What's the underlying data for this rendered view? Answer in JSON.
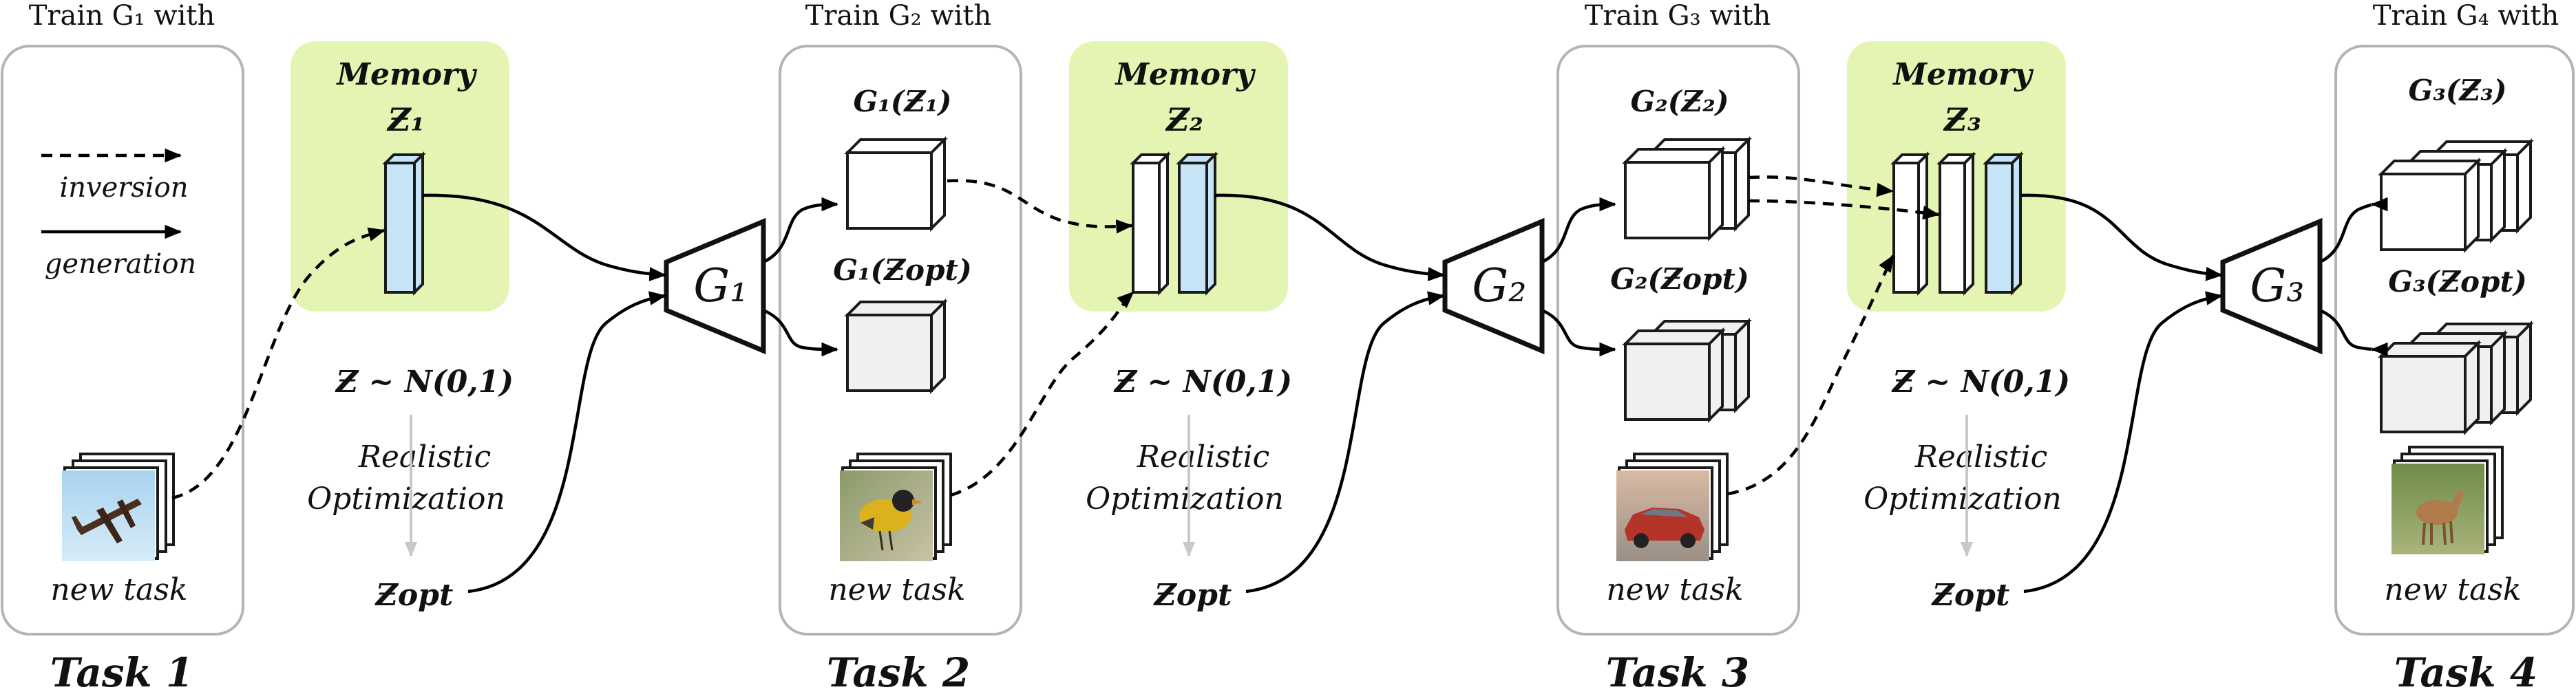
{
  "legend": {
    "inversion": "inversion",
    "generation": "generation"
  },
  "tasks": [
    {
      "header": "Train G₁ with",
      "footer": "Task 1",
      "new_task": "new task",
      "image": "airplane-image"
    },
    {
      "header": "Train G₂ with",
      "footer": "Task 2",
      "new_task": "new task",
      "outputs": [
        "G₁(Ƶ₁)",
        "G₁(Ƶopt)"
      ],
      "image": "bird-image"
    },
    {
      "header": "Train G₃ with",
      "footer": "Task 3",
      "new_task": "new task",
      "outputs": [
        "G₂(Ƶ₂)",
        "G₂(Ƶopt)"
      ],
      "image": "car-image"
    },
    {
      "header": "Train G₄ with",
      "footer": "Task 4",
      "new_task": "new task",
      "outputs": [
        "G₃(Ƶ₃)",
        "G₃(Ƶopt)"
      ],
      "image": "deer-image"
    }
  ],
  "memories": [
    {
      "title": "Memory",
      "symbol": "Ƶ₁"
    },
    {
      "title": "Memory",
      "symbol": "Ƶ₂"
    },
    {
      "title": "Memory",
      "symbol": "Ƶ₃"
    }
  ],
  "generators": [
    "G₁",
    "G₂",
    "G₃"
  ],
  "sampling": {
    "prior": "Ƶ ~ N(0,1)",
    "optimization_line1": "Realistic",
    "optimization_line2": "Optimization",
    "result": "Ƶopt"
  },
  "colors": {
    "memory_background": "#e4f5b3",
    "memory_vector": "#c6e4f6",
    "generated_box": "#f0f0f0",
    "task_border": "#b4b4b4"
  }
}
